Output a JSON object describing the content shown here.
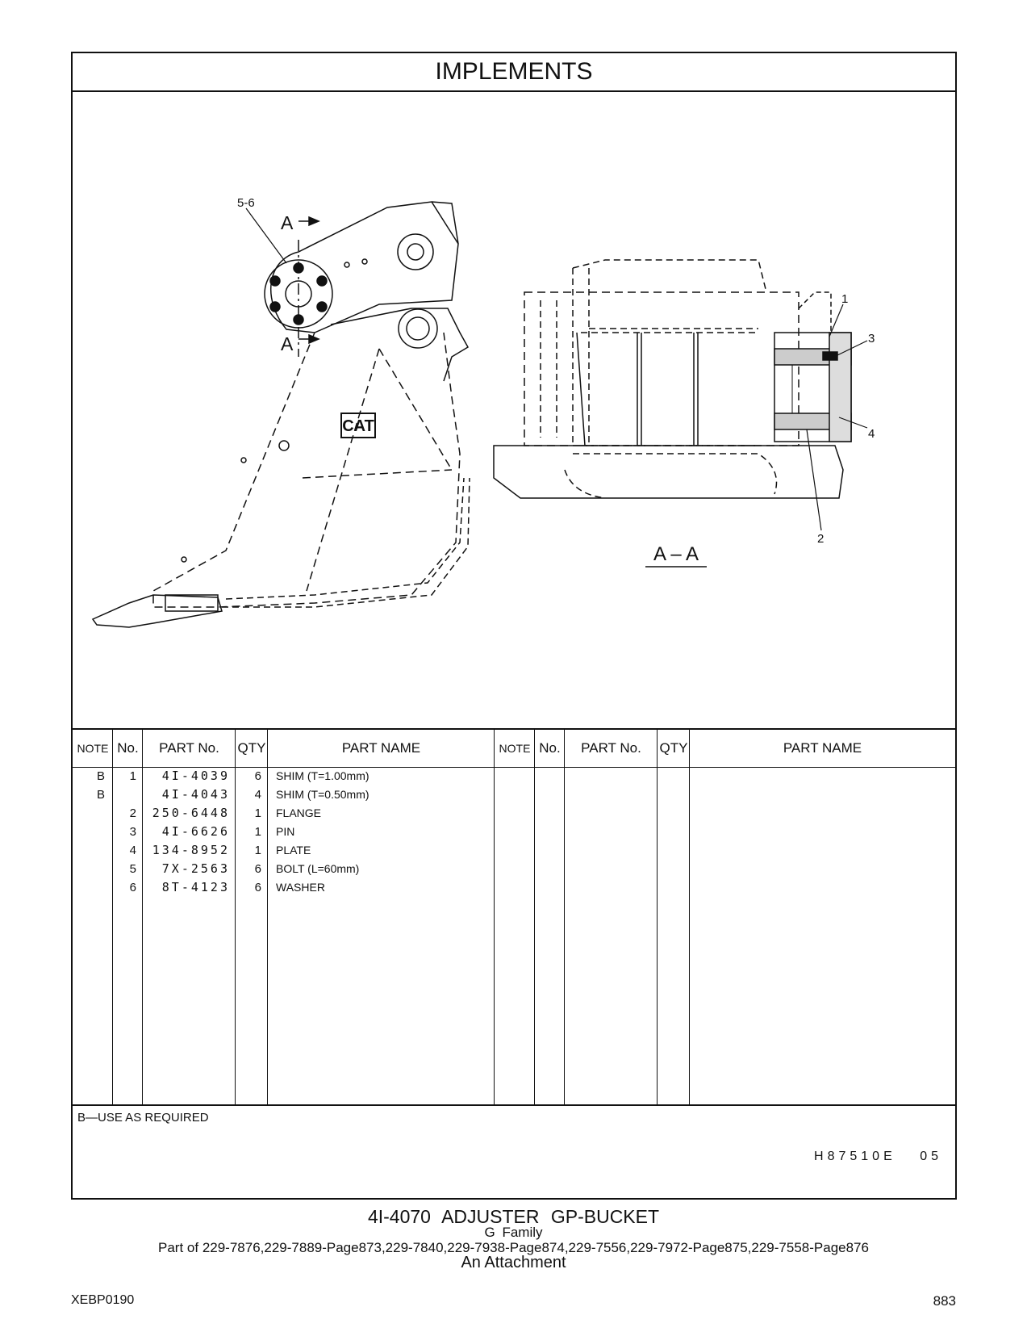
{
  "header": {
    "title": "IMPLEMENTS"
  },
  "drawing": {
    "callouts": {
      "c56": "5-6",
      "secA_top": "A",
      "secA_bottom": "A",
      "c1": "1",
      "c2": "2",
      "c3": "3",
      "c4": "4",
      "section_label": "A – A"
    },
    "logo_text": "CAT"
  },
  "table": {
    "headers": {
      "note": "NOTE",
      "no": "No.",
      "part_no": "PART No.",
      "qty": "QTY",
      "part_name": "PART NAME"
    },
    "rows": [
      {
        "note": "B",
        "no": "1",
        "part_no": "4I-4039",
        "qty": "6",
        "name": "SHIM (T=1.00mm)"
      },
      {
        "note": "B",
        "no": "",
        "part_no": "4I-4043",
        "qty": "4",
        "name": "SHIM (T=0.50mm)"
      },
      {
        "note": "",
        "no": "2",
        "part_no": "250-6448",
        "qty": "1",
        "name": "FLANGE"
      },
      {
        "note": "",
        "no": "3",
        "part_no": "4I-6626",
        "qty": "1",
        "name": "PIN"
      },
      {
        "note": "",
        "no": "4",
        "part_no": "134-8952",
        "qty": "1",
        "name": "PLATE"
      },
      {
        "note": "",
        "no": "5",
        "part_no": "7X-2563",
        "qty": "6",
        "name": "BOLT (L=60mm)"
      },
      {
        "note": "",
        "no": "6",
        "part_no": "8T-4123",
        "qty": "6",
        "name": "WASHER"
      }
    ]
  },
  "footer": {
    "note": "B—USE AS REQUIRED",
    "drawing_code": "H87510E",
    "revision": "05"
  },
  "caption": {
    "line1": "4I-4070 ADJUSTER GP-BUCKET",
    "line2": "G Family",
    "line3": "Part of 229-7876,229-7889-Page873,229-7840,229-7938-Page874,229-7556,229-7972-Page875,229-7558-Page876",
    "line4": "An Attachment"
  },
  "page": {
    "doc_id": "XEBP0190",
    "number": "883"
  }
}
